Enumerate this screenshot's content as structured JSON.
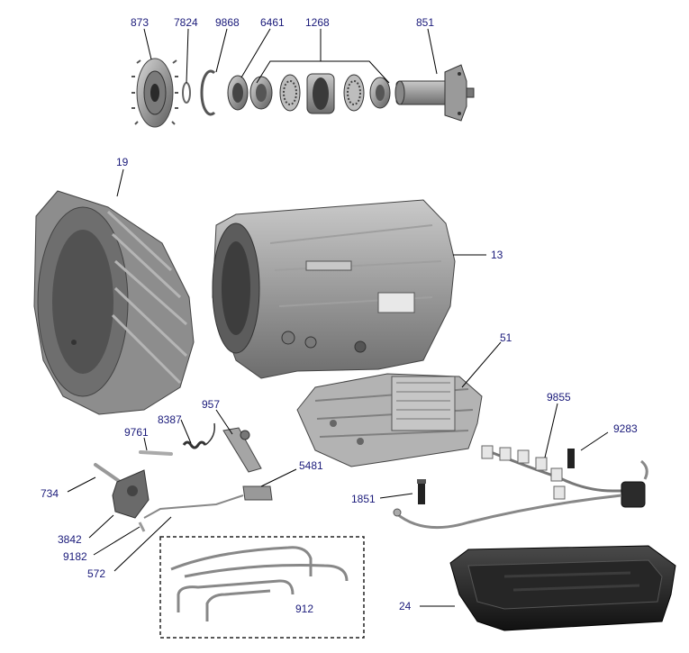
{
  "callouts": {
    "p873": "873",
    "p7824": "7824",
    "p9868": "9868",
    "p6461": "6461",
    "p1268": "1268",
    "p851": "851",
    "p19": "19",
    "p13": "13",
    "p51": "51",
    "p957": "957",
    "p8387": "8387",
    "p9761": "9761",
    "p9855": "9855",
    "p9283": "9283",
    "p734": "734",
    "p5481": "5481",
    "p1851": "1851",
    "p3842": "3842",
    "p9182": "9182",
    "p572": "572",
    "p912": "912",
    "p24": "24"
  }
}
